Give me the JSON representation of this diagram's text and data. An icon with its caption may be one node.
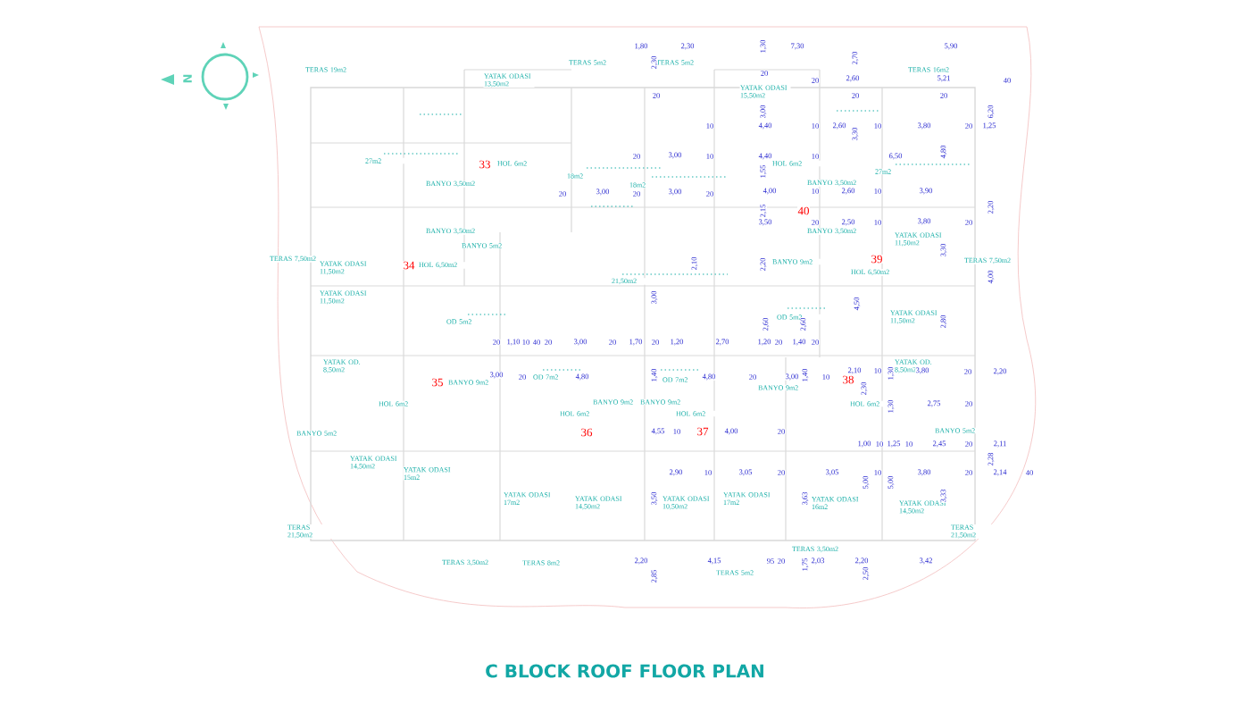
{
  "diagram": {
    "title": "C BLOCK ROOF FLOOR PLAN",
    "labels": [
      "N",
      "TERAS 19m2",
      "TERAS 5m2",
      "TERAS 5m2",
      "YATAK ODASI 13,50m2",
      "YATAK ODASI 15,50m2",
      "TERAS 16m2",
      "27m2",
      "HOL 6m2",
      "18m2",
      "18m2",
      "HOL 6m2",
      "BANYO 3,50m2",
      "BANYO 3,50m2",
      "27m2",
      "BANYO 3,50m2",
      "BANYO 3,50m2",
      "BANYO 5m2",
      "TERAS 7,50m2",
      "YATAK ODASI 11,50m2",
      "HOL 6,50m2",
      "BANYO 9m2",
      "YATAK ODASI 11,50m2",
      "HOL 6,50m2",
      "TERAS 7,50m2",
      "21,50m2",
      "YATAK ODASI 11,50m2",
      "OD 5m2",
      "OD 5m2",
      "YATAK ODASI 11,50m2",
      "YATAK OD. 8,50m2",
      "YATAK OD. 8,50m2",
      "BANYO 9m2",
      "OD 7m2",
      "OD 7m2",
      "BANYO 9m2",
      "HOL 6m2",
      "BANYO 9m2",
      "BANYO 9m2",
      "HOL 6m2",
      "HOL 6m2",
      "HOL 6m2",
      "BANYO 5m2",
      "BANYO 5m2",
      "YATAK ODASI 14,50m2",
      "YATAK ODASI 15m2",
      "YATAK ODASI 17m2",
      "YATAK ODASI 14,50m2",
      "YATAK ODASI 10,50m2",
      "YATAK ODASI 17m2",
      "YATAK ODASI 16m2",
      "YATAK ODASI 14,50m2",
      "TERAS 21,50m2",
      "TERAS 21,50m2",
      "TERAS 3,50m2",
      "TERAS 8m2",
      "TERAS 5m2",
      "TERAS 3,50m2",
      "33",
      "40",
      "34",
      "39",
      "35",
      "38",
      "36",
      "37",
      "1,80",
      "2,30",
      "1,30",
      "7,30",
      "2,70",
      "5,90",
      "2,30",
      "2,60",
      "5,21",
      "40",
      "20",
      "20",
      "20",
      "20",
      "20",
      "3,00",
      "6,20",
      "10",
      "4,40",
      "10",
      "2,60",
      "10",
      "3,80",
      "20",
      "1,25",
      "3,30",
      "20",
      "3,00",
      "10",
      "4,40",
      "10",
      "6,50",
      "4,80",
      "1,55",
      "20",
      "3,00",
      "20",
      "3,00",
      "20",
      "4,00",
      "10",
      "2,60",
      "10",
      "3,90",
      "2,15",
      "2,20",
      "3,50",
      "20",
      "2,50",
      "10",
      "3,80",
      "20",
      "2,10",
      "3,30",
      "4,00",
      "3,00",
      "2,20",
      "2,60",
      "2,60",
      "4,50",
      "2,80",
      "20",
      "1,10",
      "10",
      "40",
      "20",
      "3,00",
      "20",
      "1,70",
      "20",
      "1,20",
      "2,70",
      "1,20",
      "20",
      "1,40",
      "20",
      "3,00",
      "20",
      "4,80",
      "1,40",
      "4,80",
      "20",
      "3,00",
      "1,40",
      "10",
      "2,10",
      "10",
      "3,80",
      "20",
      "2,20",
      "2,30",
      "1,30",
      "1,30",
      "2,75",
      "20",
      "4,55",
      "10",
      "4,00",
      "20",
      "1,00",
      "10",
      "1,25",
      "10",
      "2,45",
      "20",
      "2,11",
      "2,28",
      "2,90",
      "10",
      "3,05",
      "20",
      "3,05",
      "10",
      "3,80",
      "20",
      "2,14",
      "40",
      "3,50",
      "3,63",
      "5,00",
      "5,00",
      "3,33",
      "2,20",
      "4,15",
      "95",
      "20",
      "2,03",
      "2,20",
      "3,42",
      "2,85",
      "1,75",
      "2,50"
    ]
  }
}
